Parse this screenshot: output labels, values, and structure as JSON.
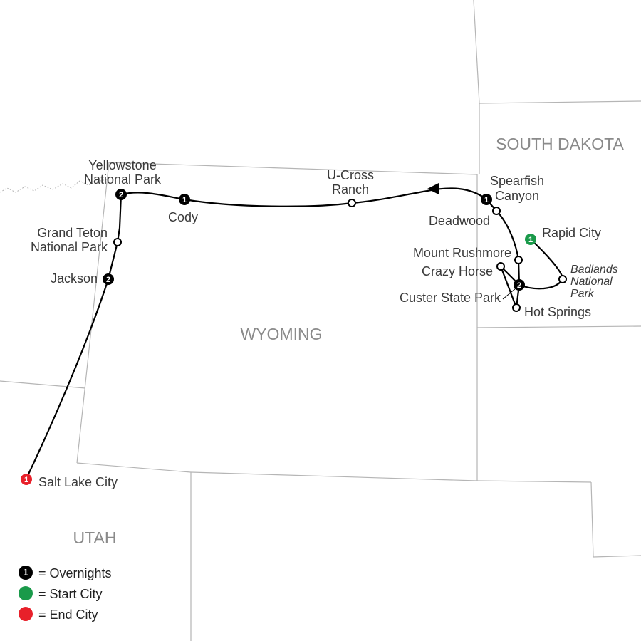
{
  "states": {
    "south_dakota": "SOUTH DAKOTA",
    "wyoming": "WYOMING",
    "utah": "UTAH"
  },
  "cities": {
    "yellowstone_1": "Yellowstone",
    "yellowstone_2": "National Park",
    "cody": "Cody",
    "ucross_1": "U-Cross",
    "ucross_2": "Ranch",
    "spearfish_1": "Spearfish",
    "spearfish_2": "Canyon",
    "deadwood": "Deadwood",
    "rapid_city": "Rapid City",
    "mount_rushmore": "Mount Rushmore",
    "crazy_horse": "Crazy Horse",
    "badlands_1": "Badlands",
    "badlands_2": "National",
    "badlands_3": "Park",
    "custer": "Custer State Park",
    "hot_springs": "Hot Springs",
    "grand_teton_1": "Grand Teton",
    "grand_teton_2": "National Park",
    "jackson": "Jackson",
    "salt_lake": "Salt Lake City"
  },
  "overnights": {
    "yellowstone": "2",
    "cody": "1",
    "spearfish": "1",
    "rapid_city": "1",
    "custer": "2",
    "jackson": "2",
    "salt_lake": "1"
  },
  "legend": {
    "overnights_num": "1",
    "overnights": "= Overnights",
    "start": "= Start City",
    "end": "= End City"
  },
  "colors": {
    "overnight": "#000000",
    "start": "#1a9a4a",
    "end": "#e8202a",
    "border": "#b5b5b5",
    "state_label": "#8a8a8a"
  }
}
